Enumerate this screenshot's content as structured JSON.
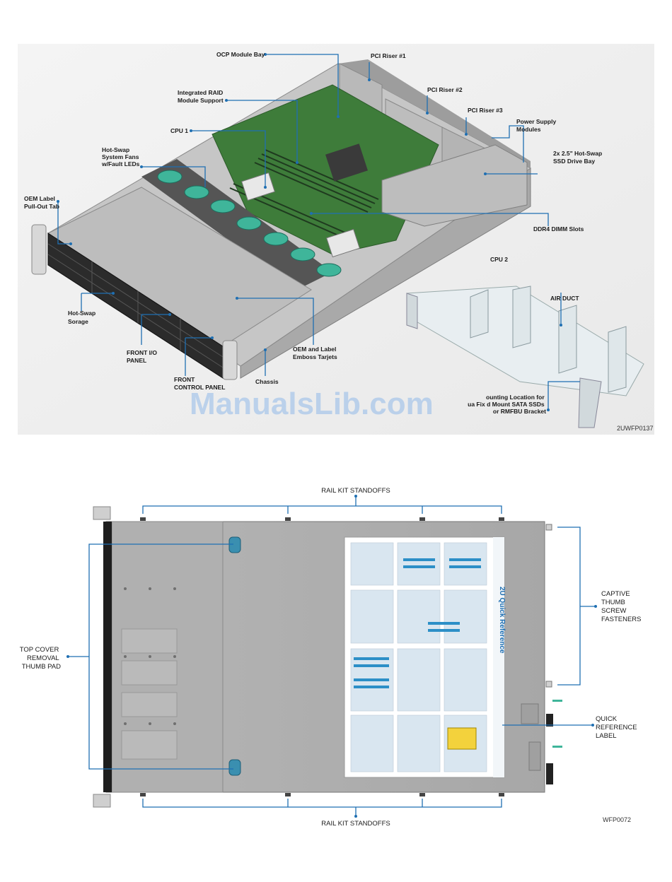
{
  "figure1": {
    "callouts": {
      "ocp_bay": [
        "OCP Module Bay"
      ],
      "pci1": [
        "PCI Riser #1"
      ],
      "pci2": [
        "PCI Riser #2"
      ],
      "pci3": [
        "PCI Riser #3"
      ],
      "raid": [
        "Integrated RAID",
        "Module Support"
      ],
      "psu": [
        "Power Supply",
        "Modules"
      ],
      "cpu1": [
        "CPU 1"
      ],
      "ssd_bay": [
        "2x 2.5\" Hot-Swap",
        "SSD Drive Bay"
      ],
      "fans": [
        "Hot-Swap",
        "System Fans",
        "w/Fault LEDs"
      ],
      "oem_tab": [
        "OEM Label",
        "Pull-Out Tab"
      ],
      "dimm": [
        "DDR4 DIMM Slots"
      ],
      "cpu2": [
        "CPU 2"
      ],
      "air_duct": [
        "AIR DUCT"
      ],
      "storage": [
        "Hot-Swap",
        "Sorage"
      ],
      "front_io": [
        "FRONT I/O",
        "PANEL"
      ],
      "oem_emboss": [
        "OEM and Label",
        "Emboss Tarjets"
      ],
      "front_ctrl": [
        "FRONT",
        "CONTROL PANEL"
      ],
      "chassis": [
        "Chassis"
      ],
      "mount_loc": [
        "ounting Location for",
        "ua Fix d Mount SATA SSDs",
        "or RMFBU Bracket"
      ]
    },
    "code": "2UWFP0137"
  },
  "figure2": {
    "callouts": {
      "rail_top": [
        "RAIL KIT STANDOFFS"
      ],
      "rail_bottom": [
        "RAIL KIT STANDOFFS"
      ],
      "thumb_pad": [
        "TOP COVER",
        "REMOVAL",
        "THUMB PAD"
      ],
      "captive": [
        "CAPTIVE",
        "THUMB",
        "SCREW",
        "FASTENERS"
      ],
      "quick_ref": [
        "QUICK",
        "REFERENCE",
        "LABEL"
      ]
    },
    "label_title": "2U Quick Reference",
    "code": "WFP0072"
  },
  "watermark": "ManualsLib.com",
  "colors": {
    "leader": "#1f6fb2",
    "watermark": "#a9c7ea",
    "fan_green": "#3fb59a"
  }
}
